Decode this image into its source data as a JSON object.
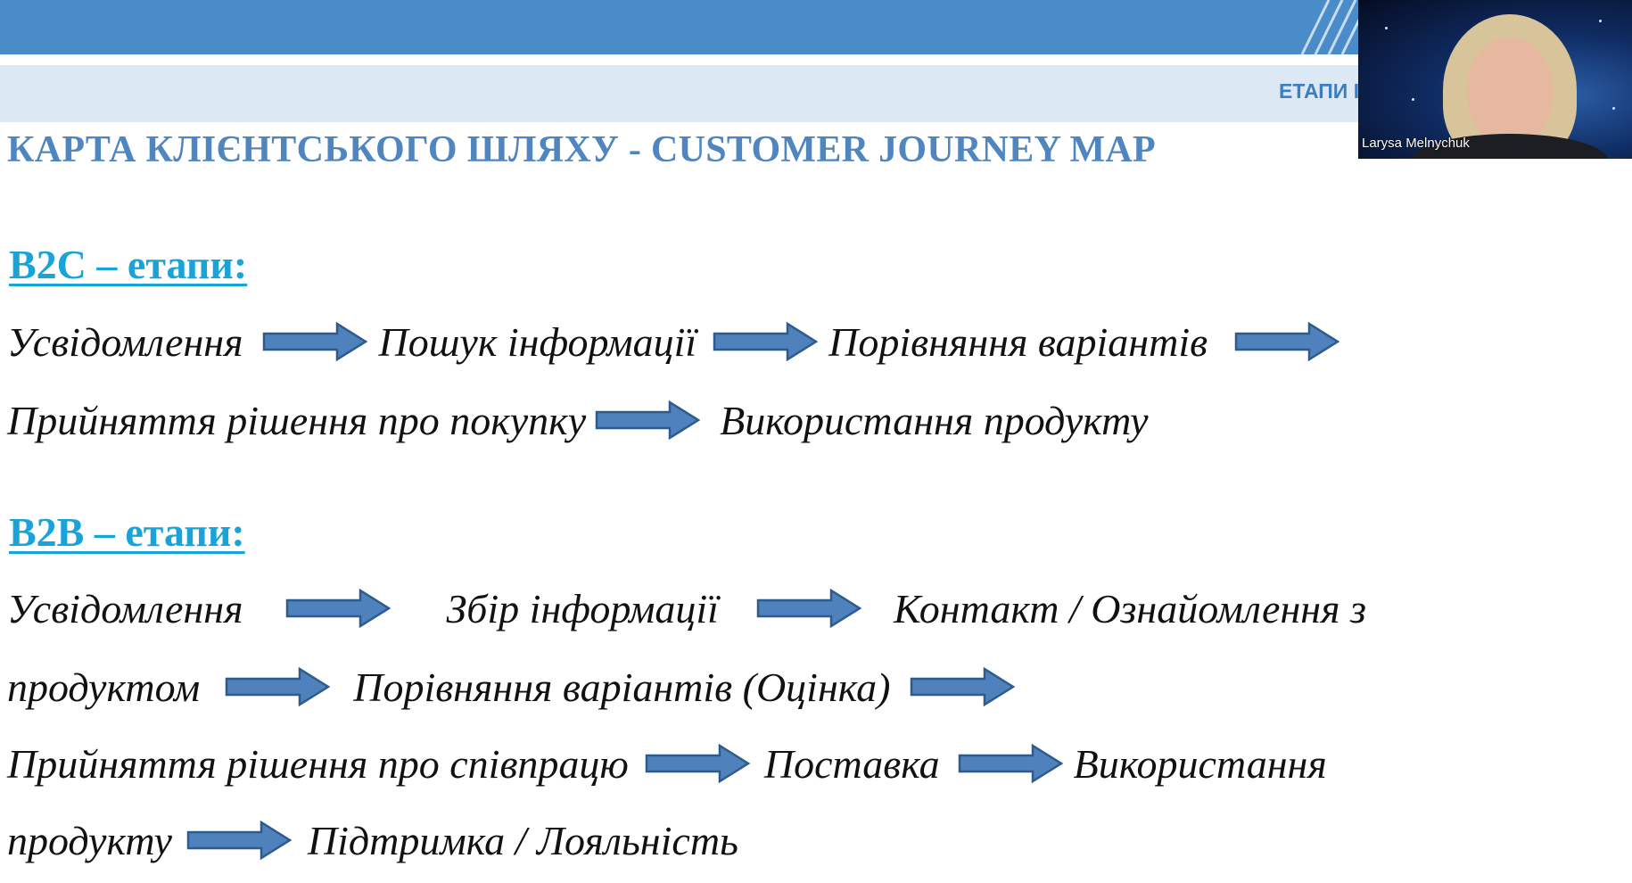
{
  "slide": {
    "section_label": "ЕТАПИ І",
    "title": "КАРТА КЛІЄНТСЬКОГО ШЛЯХУ - CUSTOMER JOURNEY MAP",
    "b2c": {
      "heading": "B2C – етапи:",
      "line1": [
        "Усвідомлення",
        "Пошук інформації",
        "Порівняння варіантів"
      ],
      "line2": [
        "Прийняття рішення про покупку",
        "Використання продукту"
      ]
    },
    "b2b": {
      "heading": "B2B – етапи:",
      "line1": [
        "Усвідомлення",
        "Збір інформації",
        "Контакт / Ознайомлення з"
      ],
      "line2": [
        "продуктом",
        "Порівняння варіантів (Оцінка)"
      ],
      "line3": [
        "Прийняття рішення про співпрацю",
        "Поставка",
        "Використання"
      ],
      "line4": [
        "продукту",
        "Підтримка / Лояльність"
      ]
    }
  },
  "webcam": {
    "participant_name": "Larysa Melnychuk"
  },
  "colors": {
    "top_band": "#4a8cc9",
    "sub_band": "#dde8f5",
    "title": "#4f86c0",
    "heading": "#1aa3d9",
    "arrow_fill": "#4f81bd",
    "arrow_stroke": "#2e5b8e"
  }
}
